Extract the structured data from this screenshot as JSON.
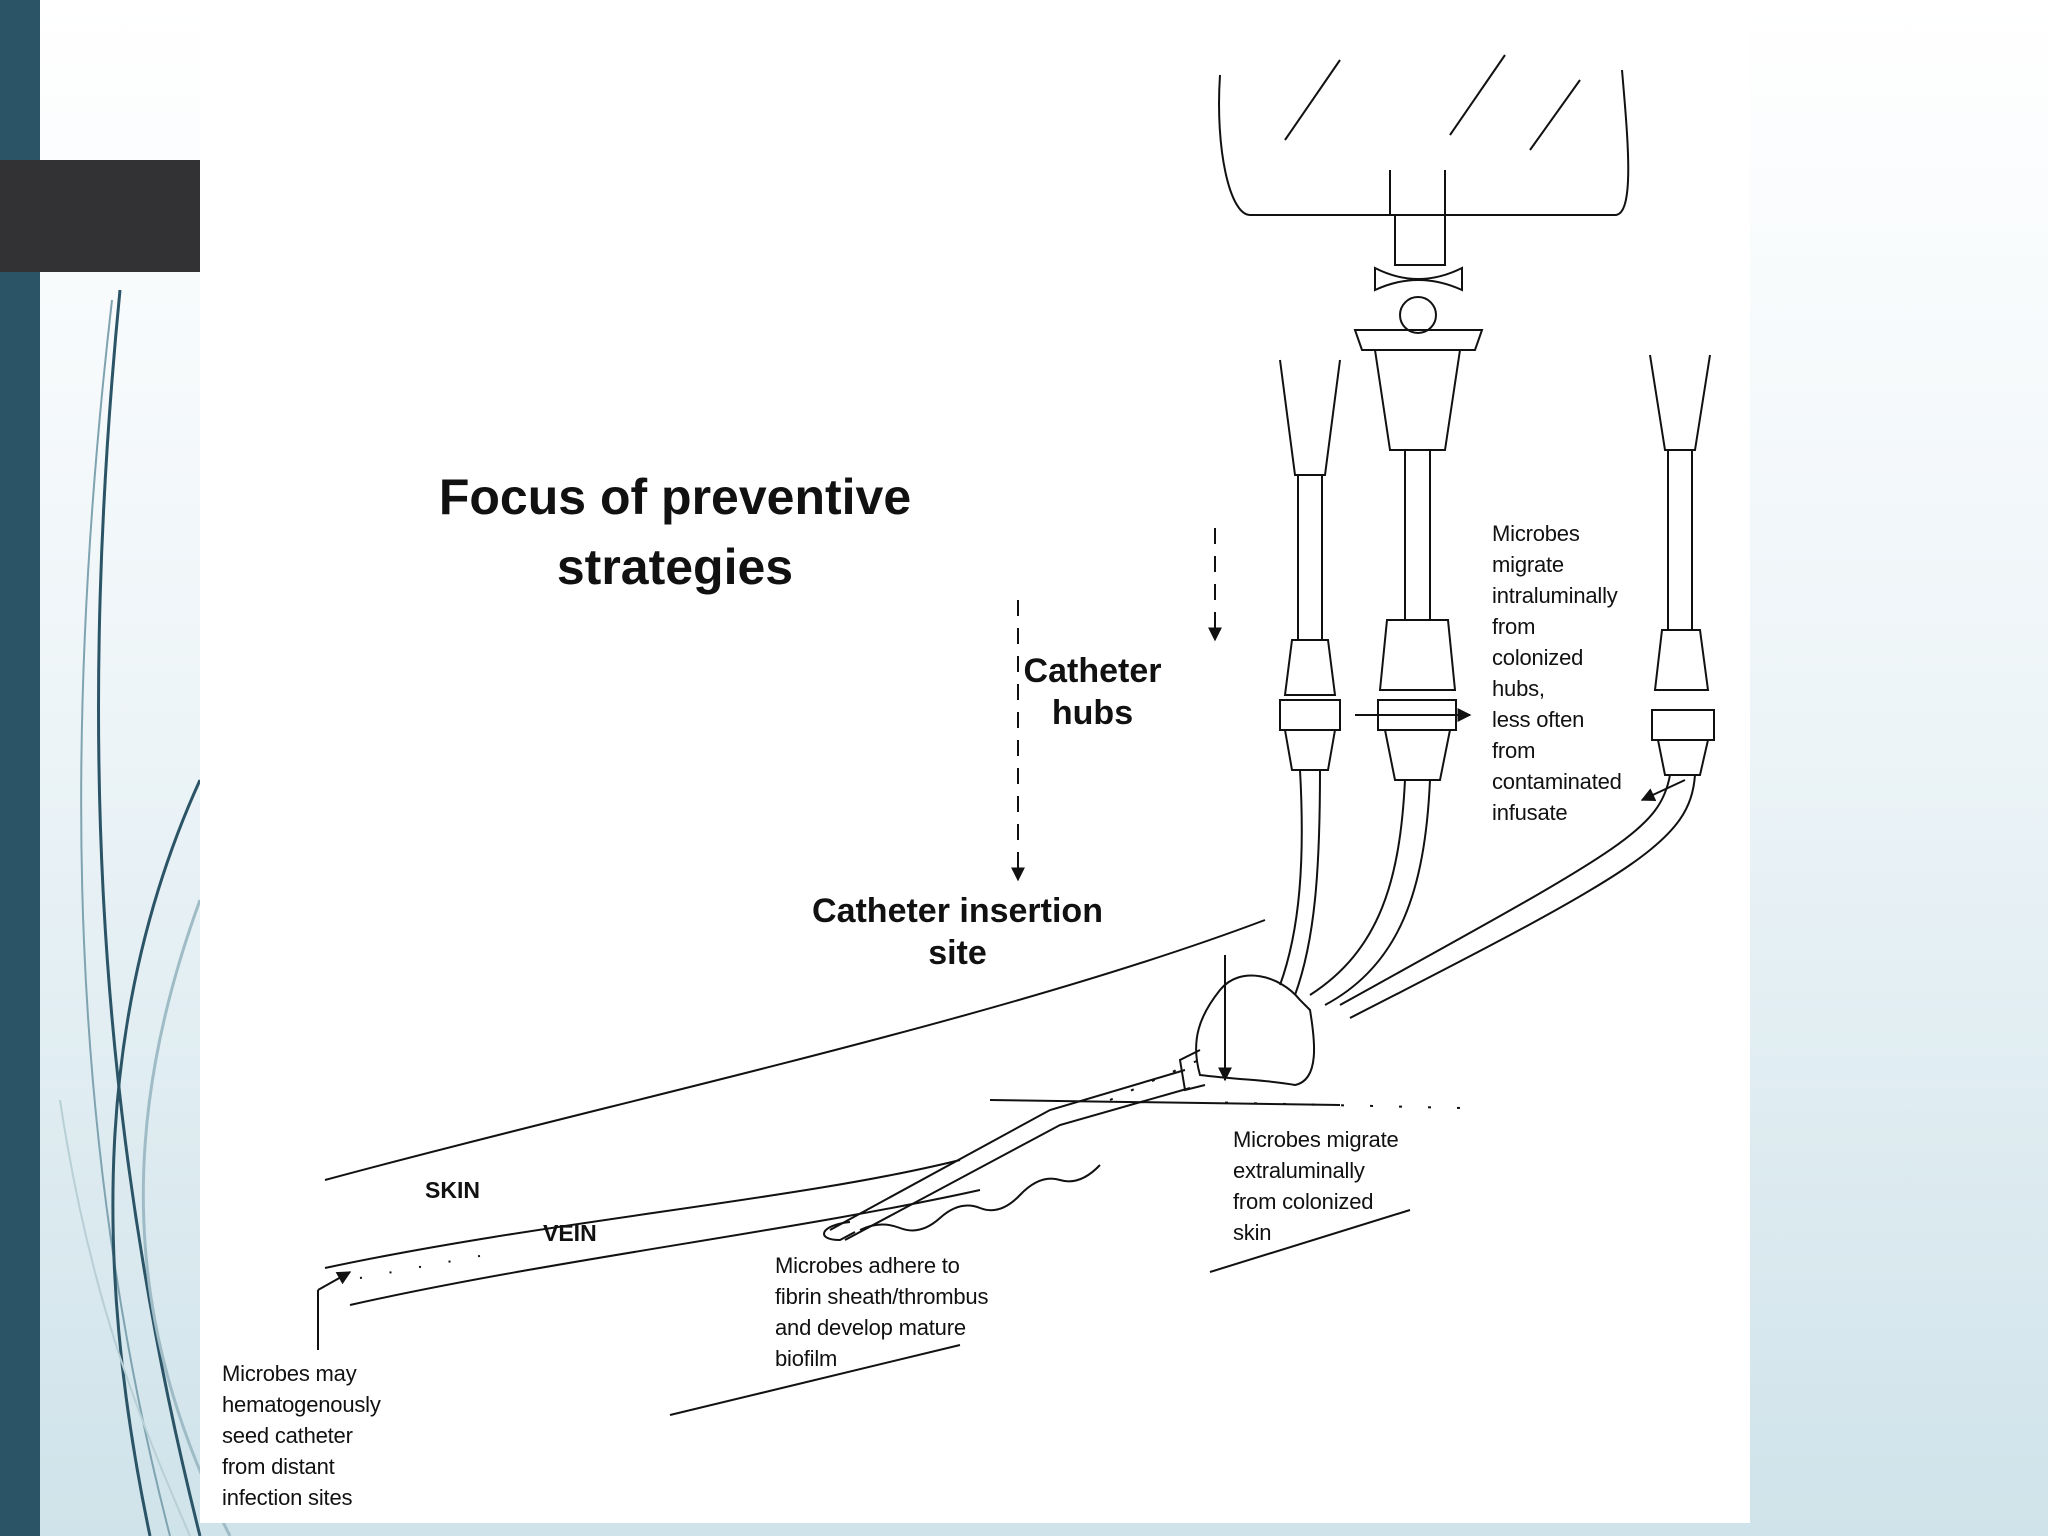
{
  "slide": {
    "accent_colors": {
      "left_bar": "#2b5466",
      "tab": "#323234"
    }
  },
  "diagram": {
    "labels": {
      "focus": "Focus of preventive\nstrategies",
      "hubs": "Catheter\nhubs",
      "insertion_site": "Catheter insertion\nsite",
      "skin": "SKIN",
      "vein": "VEIN",
      "intraluminal": "Microbes\nmigrate\nintraluminally\nfrom\ncolonized\nhubs,\nless often\nfrom\ncontaminated\ninfusate",
      "extraluminal": "Microbes migrate\nextraluminally\nfrom colonized\nskin",
      "biofilm": "Microbes adhere to\nfibrin sheath/thrombus\nand develop mature\nbiofilm",
      "hematogenous": "Microbes may\nhematogenously\nseed catheter\nfrom distant\ninfection sites"
    }
  }
}
